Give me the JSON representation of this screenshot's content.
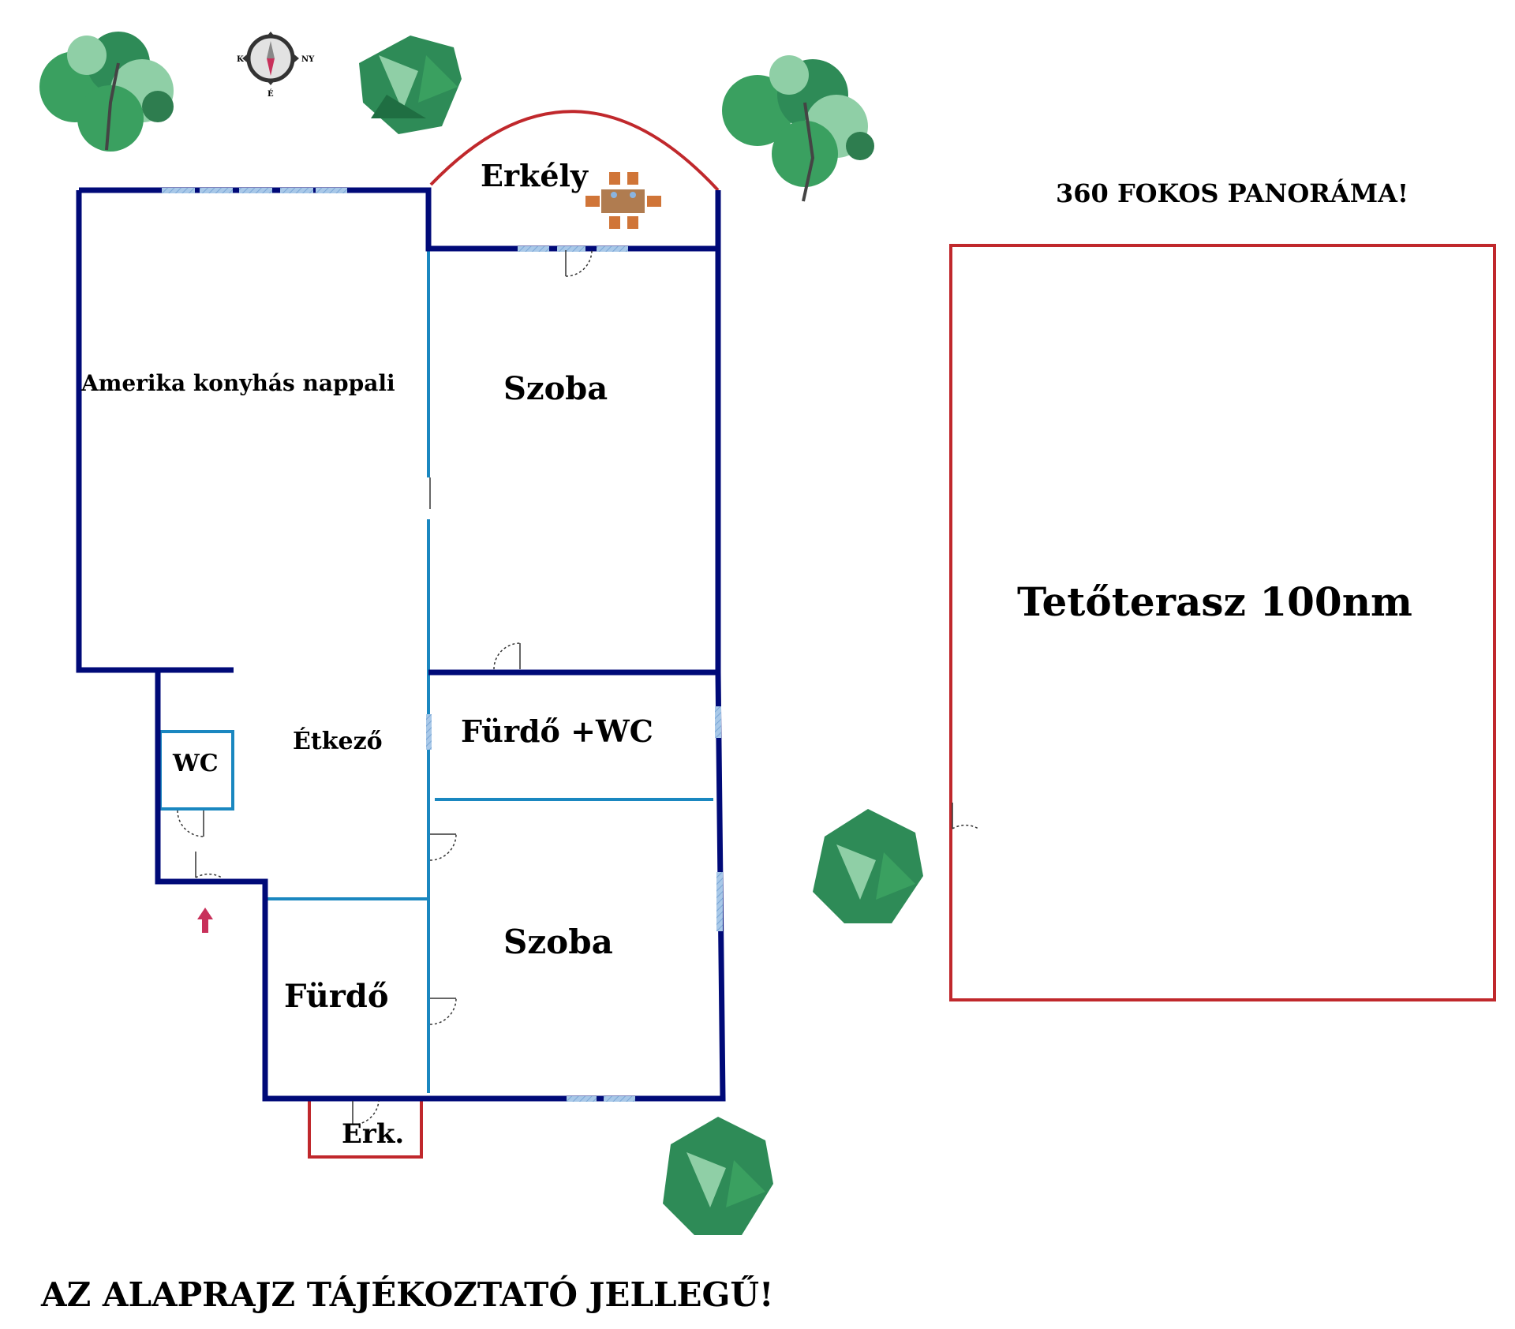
{
  "title": "360 FOKOS PANORÁMA!",
  "disclaimer": "AZ ALAPRAJZ TÁJÉKOZTATÓ JELLEGŰ!",
  "rooms": {
    "balcony": "Erkély",
    "living": "Amerika konyhás nappali",
    "room1": "Szoba",
    "dining": "Étkező",
    "wc": "WC",
    "bath_wc": "Fürdő +WC",
    "room2": "Szoba",
    "bath": "Fürdő",
    "small_balcony": "Erk.",
    "terrace": "Tetőterasz 100nm"
  },
  "compass": {
    "left": "K",
    "right": "NY",
    "bottom": "É"
  },
  "colors": {
    "wall": "#000a78",
    "inner_wall": "#1a87c0",
    "balcony": "#c0282c",
    "tree_dark": "#2e8b57",
    "tree_light": "#8fcfa6",
    "furniture": "#c0703a",
    "entry_arrow": "#c8305a"
  }
}
